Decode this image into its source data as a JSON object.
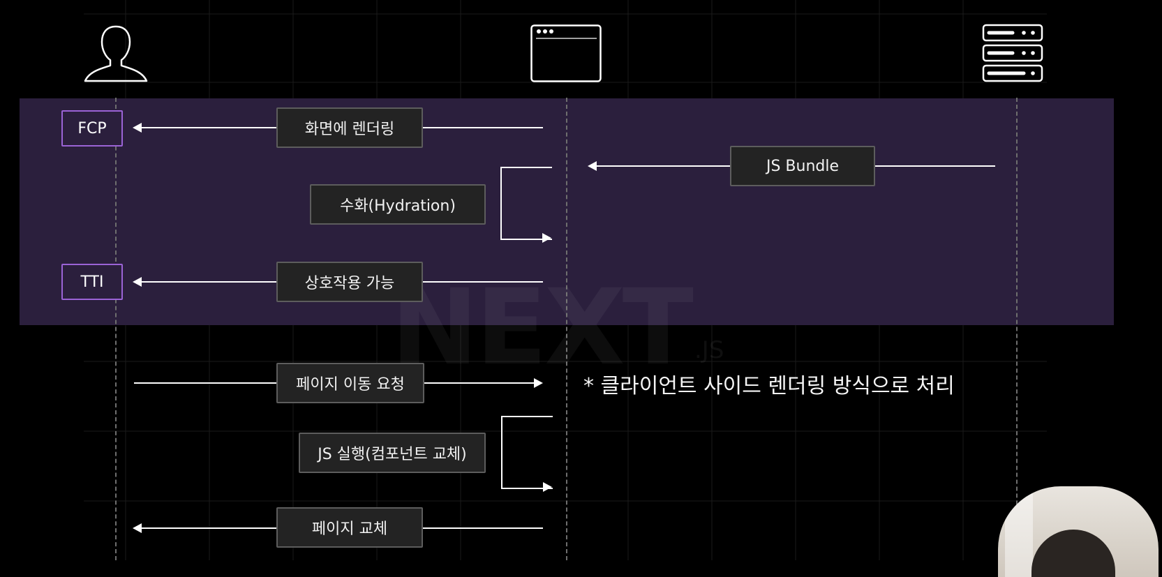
{
  "actors": {
    "user_icon": "person-icon",
    "browser_icon": "browser-window-icon",
    "server_icon": "server-icon"
  },
  "metrics": {
    "fcp": "FCP",
    "tti": "TTI"
  },
  "steps": {
    "render": "화면에 렌더링",
    "js_bundle": "JS Bundle",
    "hydration": "수화(Hydration)",
    "interactive": "상호작용 가능",
    "page_nav_request": "페이지 이동 요청",
    "js_execute": "JS 실행(컴포넌트 교체)",
    "page_replace": "페이지 교체"
  },
  "note": "* 클라이언트 사이드 렌더링 방식으로 처리",
  "watermark": {
    "main": "NEXT",
    "sub": ".JS"
  },
  "colors": {
    "highlight_band": "#2b1f3d",
    "metric_border": "#9b63d6",
    "arrow": "#ffffff"
  }
}
